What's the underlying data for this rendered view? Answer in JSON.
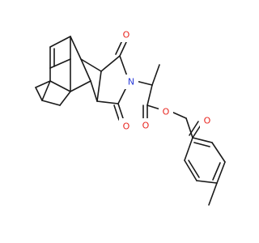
{
  "molecule": {
    "colors": {
      "bond": "#1a1a1a",
      "oxygen": "#e8251f",
      "nitrogen": "#2a3bd9",
      "background": "#ffffff"
    },
    "atoms": {
      "o_imide_top": "O",
      "o_imide_bottom": "O",
      "n_imide": "N",
      "o_ester_carbonyl": "O",
      "o_ester_link": "O",
      "o_ketone": "O"
    }
  }
}
